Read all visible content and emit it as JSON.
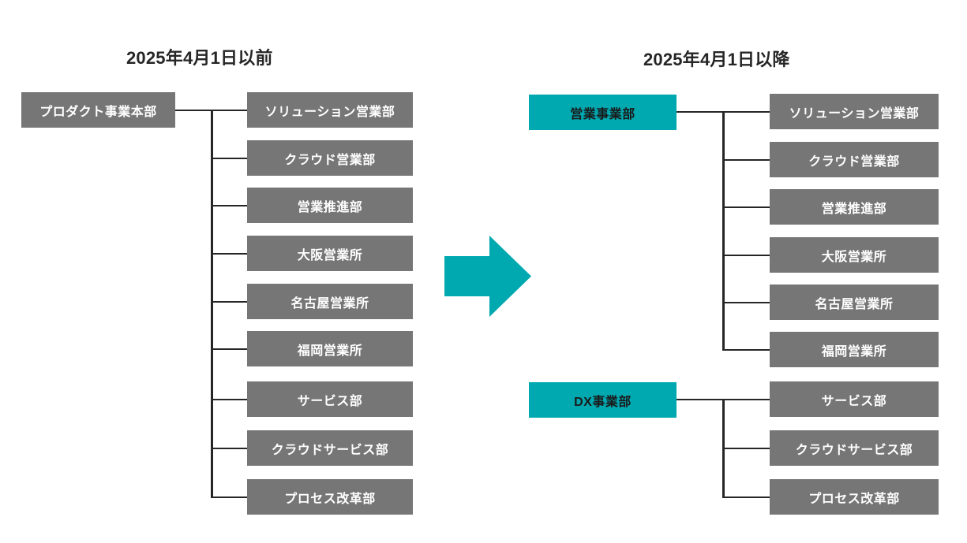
{
  "diagram": {
    "type": "org-chart-comparison",
    "background": "#ffffff",
    "colors": {
      "gray_box": "#767676",
      "teal_box": "#00a8b0",
      "arrow": "#00a8b0",
      "line": "#262626",
      "box_text_light": "#ffffff",
      "box_text_dark": "#1a1a1a",
      "title_text": "#262626"
    },
    "arrow": {
      "label": "transition-arrow",
      "direction": "right"
    },
    "before": {
      "title": "2025年4月1日以前",
      "parent": {
        "label": "プロダクト事業本部",
        "style": "gray"
      },
      "children": [
        "ソリューション営業部",
        "クラウド営業部",
        "営業推進部",
        "大阪営業所",
        "名古屋営業所",
        "福岡営業所",
        "サービス部",
        "クラウドサービス部",
        "プロセス改革部"
      ]
    },
    "after": {
      "title": "2025年4月1日以降",
      "groups": [
        {
          "parent": {
            "label": "営業事業部",
            "style": "teal"
          },
          "children": [
            "ソリューション営業部",
            "クラウド営業部",
            "営業推進部",
            "大阪営業所",
            "名古屋営業所",
            "福岡営業所"
          ]
        },
        {
          "parent": {
            "label": "DX事業部",
            "style": "teal"
          },
          "children": [
            "サービス部",
            "クラウドサービス部",
            "プロセス改革部"
          ]
        }
      ]
    }
  }
}
